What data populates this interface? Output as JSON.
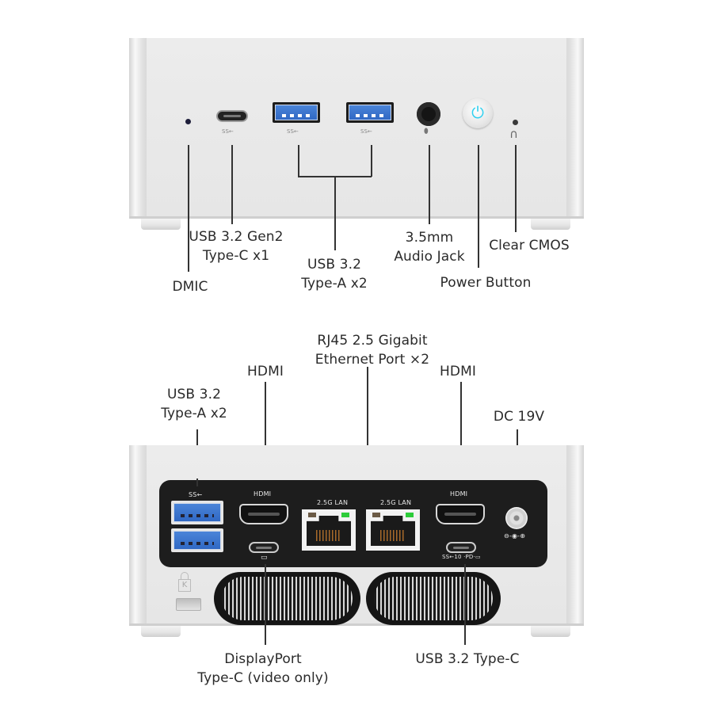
{
  "front_view": {
    "port_labels": {
      "dmic": "DMIC",
      "usb_c_line1": "USB 3.2 Gen2",
      "usb_c_line2": "Type-C x1",
      "usb_a_line1": "USB 3.2",
      "usb_a_line2": "Type-A x2",
      "audio_line1": "3.5mm",
      "audio_line2": "Audio Jack",
      "power": "Power Button",
      "clear_cmos": "Clear CMOS"
    },
    "engravings": {
      "ss_usb": "SS←",
      "mic_symbol": "🎙",
      "cmos_symbol": "∩"
    },
    "power_icon": "⏻",
    "power_glow_color": "#2fd0f0"
  },
  "rear_view": {
    "port_labels": {
      "usb_a_line1": "USB 3.2",
      "usb_a_line2": "Type-A x2",
      "hdmi_left": "HDMI",
      "rj45_line1": "RJ45 2.5 Gigabit",
      "rj45_line2": "Ethernet Port ×2",
      "hdmi_right": "HDMI",
      "dc": "DC 19V",
      "displayport_line1": "DisplayPort",
      "displayport_line2": "Type-C (video only)",
      "usb_c": "USB 3.2 Type-C"
    },
    "panel_prints": {
      "ss_usb": "SS←",
      "hdmi_left": "HDMI",
      "lan_left": "2.5G LAN",
      "lan_right": "2.5G LAN",
      "hdmi_right": "HDMI",
      "dc_polarity": "⊖-◉-⊕",
      "dp_symbol": "▭",
      "usbc_symbols": "SS←10 ·PD·▭"
    },
    "kensington_letter": "K",
    "led_colors": {
      "activity": "#2dcc3a",
      "link": "#6b5a45"
    },
    "usb_blue": "#3a72cc"
  }
}
